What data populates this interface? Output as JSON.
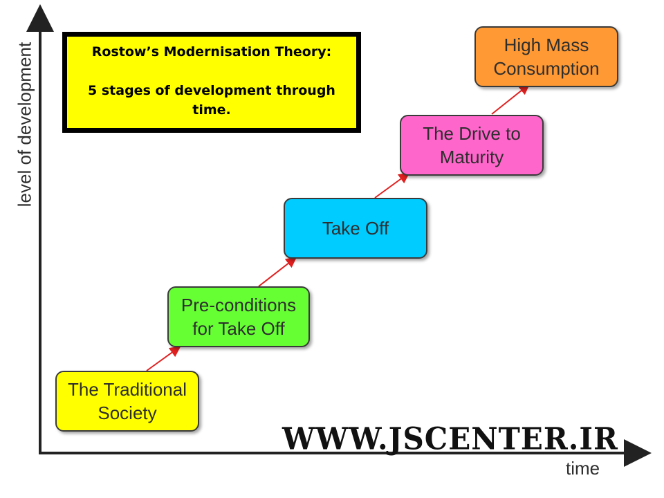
{
  "title": {
    "line1": "Rostow’s Modernisation Theory:",
    "line2": "5 stages of development through time."
  },
  "axes": {
    "ylabel": "level of development",
    "xlabel": "time"
  },
  "stages": [
    {
      "label": "The Traditional\nSociety",
      "color": "#ffff00"
    },
    {
      "label": "Pre-conditions\nfor Take Off",
      "color": "#66ff33"
    },
    {
      "label": "Take Off",
      "color": "#00ccff"
    },
    {
      "label": "The Drive to\nMaturity",
      "color": "#ff66cc"
    },
    {
      "label": "High Mass\nConsumption",
      "color": "#ff9933"
    }
  ],
  "watermark": "WWW.JSCENTER.IR",
  "colors": {
    "arrow": "#e02020",
    "axis": "#222222"
  }
}
